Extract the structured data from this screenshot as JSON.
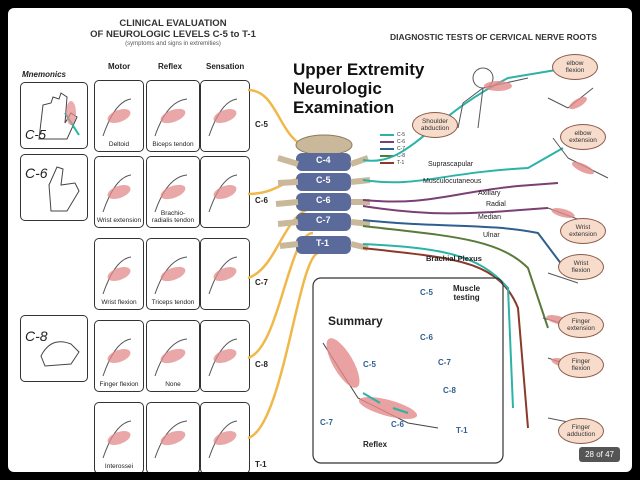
{
  "left_panel": {
    "title": "CLINICAL EVALUATION",
    "title2": "OF NEUROLOGIC LEVELS C-5 to T-1",
    "subtitle": "(symptoms and signs in extremities)",
    "col_headers": {
      "mnemonics": "Mnemonics",
      "motor": "Motor",
      "reflex": "Reflex",
      "sensation": "Sensation"
    },
    "mnemonics": [
      "C-5",
      "C-6",
      "C-8"
    ],
    "rows": [
      {
        "level": "C-5",
        "motor": "Deltoid",
        "reflex": "Biceps tendon"
      },
      {
        "level": "C-6",
        "motor": "Wrist extension",
        "reflex": "Brachio-\nradialis tendon"
      },
      {
        "level": "C-7",
        "motor": "Wrist flexion",
        "reflex": "Triceps tendon"
      },
      {
        "level": "C-8",
        "motor": "Finger flexion",
        "reflex": "None"
      },
      {
        "level": "T-1",
        "motor": "Interossei",
        "reflex": ""
      }
    ]
  },
  "center": {
    "title_line1": "Upper Extremity",
    "title_line2": "Neurologic",
    "title_line3": "Examination",
    "vertebrae": [
      "C-4",
      "C-5",
      "C-6",
      "C-7",
      "T-1"
    ],
    "legend": [
      {
        "label": "C-5",
        "color": "#2bb3a7"
      },
      {
        "label": "C-6",
        "color": "#7a3f74"
      },
      {
        "label": "C-7",
        "color": "#2f5f8f"
      },
      {
        "label": "C-8",
        "color": "#5a7a3a"
      },
      {
        "label": "T-1",
        "color": "#8a3a2a"
      }
    ],
    "nerves": [
      "Suprascapular",
      "Musculocutaneous",
      "Axillary",
      "Radial",
      "Median",
      "Ulnar"
    ],
    "plexus_label": "Brachial Plexus"
  },
  "summary": {
    "title": "Summary",
    "muscle_testing": "Muscle\ntesting",
    "reflex_label": "Reflex",
    "levels": [
      "C-5",
      "C-6",
      "C-7",
      "C-8",
      "T-1",
      "C-5",
      "C-6",
      "C-7"
    ]
  },
  "right_panel": {
    "title": "DIAGNOSTIC TESTS OF CERVICAL NERVE ROOTS",
    "tests": [
      "elbow\nflexion",
      "Shoulder\nabduction",
      "elbow\nextension",
      "Wrist\nextension",
      "Wrist\nflexion",
      "Finger\nextension",
      "Finger\nflexion",
      "Finger\nadduction"
    ]
  },
  "page_indicator": "28 of 47",
  "colors": {
    "nerve_yellow": "#f0b84a",
    "bone": "#c9b89a",
    "muscle": "#e38a8a"
  }
}
